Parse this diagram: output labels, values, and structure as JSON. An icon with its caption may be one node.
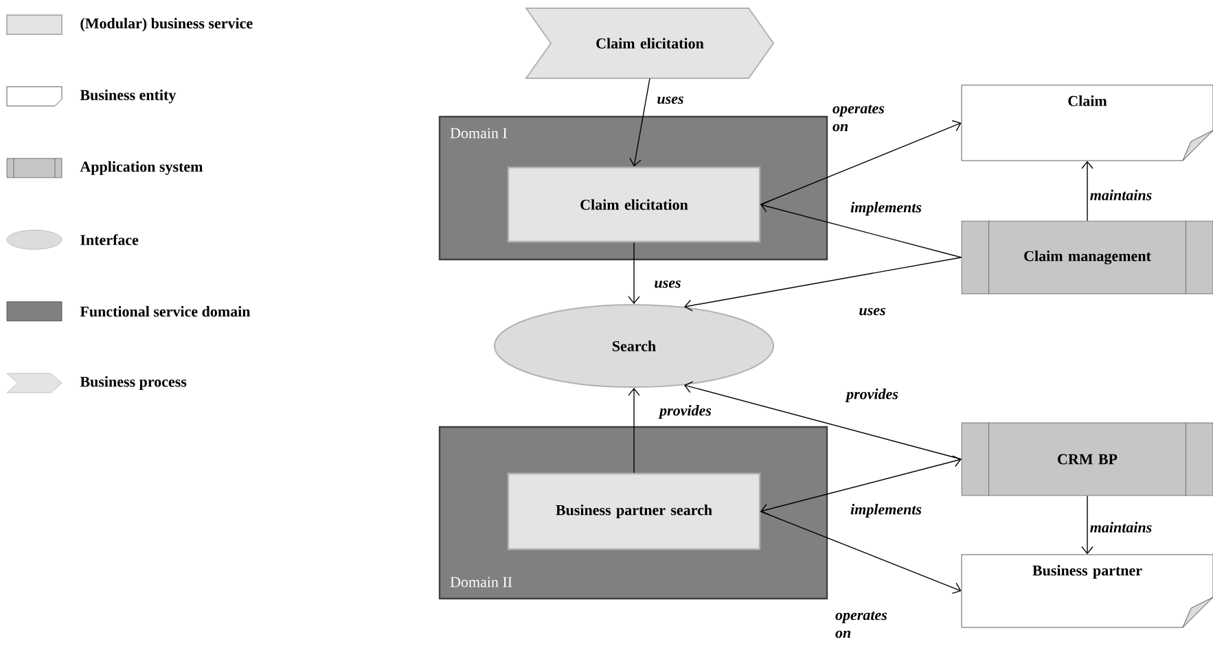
{
  "diagram": {
    "nodes": [
      {
        "text": [
          "Claim elicitation"
        ]
      },
      {
        "text": [
          "Domain I"
        ]
      },
      {
        "text": [
          "Claim elicitation"
        ],
        "in": 1
      },
      {
        "text": [
          "Claim"
        ]
      },
      {
        "text": [
          "Claim management"
        ]
      },
      {
        "text": [
          "Search"
        ]
      },
      {
        "text": [
          "Domain II"
        ]
      },
      {
        "text": [
          "Business partner search"
        ],
        "in": 6
      },
      {
        "text": [
          "CRM BP"
        ]
      },
      {
        "text": [
          "Business partner"
        ]
      }
    ],
    "edges": [
      {
        "from": 0,
        "to": 2,
        "arrow": "to",
        "label": "uses"
      },
      {
        "from": 2,
        "to": 3,
        "arrow": "to",
        "label": "operates on"
      },
      {
        "from": 4,
        "to": 2,
        "arrow": "to",
        "label": "implements"
      },
      {
        "from": 4,
        "to": 3,
        "arrow": "to",
        "label": "maintains"
      },
      {
        "from": 2,
        "to": 5,
        "arrow": "to",
        "label": "uses"
      },
      {
        "from": 4,
        "to": 5,
        "arrow": "to",
        "label": "uses"
      },
      {
        "from": 7,
        "to": 5,
        "arrow": "to",
        "label": "provides"
      },
      {
        "from": 8,
        "to": 5,
        "arrow": "to",
        "label": "provides"
      },
      {
        "from": 8,
        "to": 7,
        "arrow": "both",
        "label": "implements"
      },
      {
        "from": 8,
        "to": 9,
        "arrow": "to",
        "label": "maintains"
      },
      {
        "from": 7,
        "to": 9,
        "arrow": "to",
        "label": "operates on"
      }
    ],
    "legend": [
      {
        "text": "(Modular) business service"
      },
      {
        "text": "Business entity"
      },
      {
        "text": "Application system"
      },
      {
        "text": "Interface"
      },
      {
        "text": "Functional service domain"
      },
      {
        "text": "Business process"
      }
    ]
  }
}
